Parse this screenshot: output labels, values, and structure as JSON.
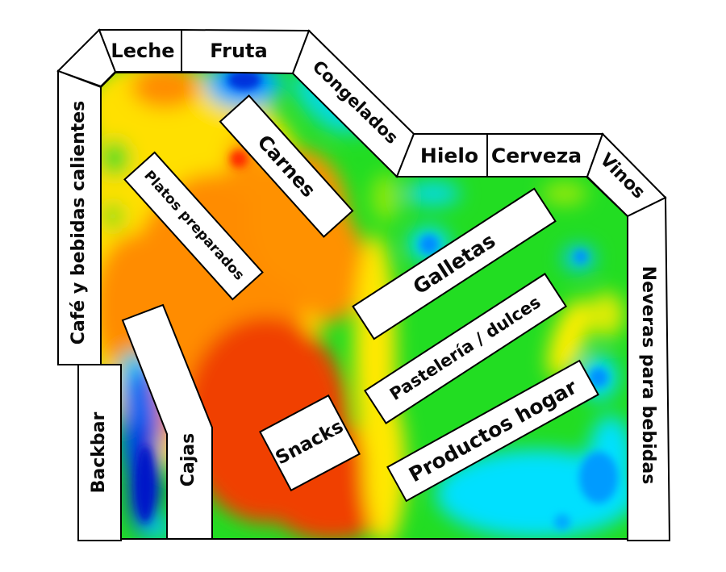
{
  "map": {
    "kind": "store-floorplan-heatmap",
    "perimeter_shelves": [
      {
        "id": "cafe",
        "label": "Café y bebidas calientes"
      },
      {
        "id": "leche",
        "label": "Leche"
      },
      {
        "id": "fruta",
        "label": "Fruta"
      },
      {
        "id": "congelados",
        "label": "Congelados"
      },
      {
        "id": "hielo",
        "label": "Hielo"
      },
      {
        "id": "cerveza",
        "label": "Cerveza"
      },
      {
        "id": "vinos",
        "label": "Vinos"
      },
      {
        "id": "neveras",
        "label": "Neveras para bebidas"
      },
      {
        "id": "backbar",
        "label": "Backbar"
      },
      {
        "id": "cajas",
        "label": "Cajas"
      }
    ],
    "floor_zones": [
      {
        "id": "carnes",
        "label": "Carnes"
      },
      {
        "id": "platos_preparados",
        "label": "Platos preparados"
      },
      {
        "id": "galletas",
        "label": "Galletas"
      },
      {
        "id": "pasteleria_dulces",
        "label": "Pastelería / dulces"
      },
      {
        "id": "productos_hogar",
        "label": "Productos hogar"
      },
      {
        "id": "snacks",
        "label": "Snacks"
      }
    ],
    "heatmap": {
      "palette": {
        "cold": "#0026d8",
        "cool": "#00c3ff",
        "neutral": "#22dd22",
        "warm": "#ffe800",
        "hot": "#ff8c00",
        "hottest": "#f04000"
      },
      "hot_areas": [
        "central-left floor around Platos preparados and Snacks",
        "top-left below Leche"
      ],
      "cold_areas": [
        "aisle between Backbar and Cajas",
        "spot below Fruta",
        "bottom-right corner near Neveras para bebidas"
      ]
    }
  }
}
